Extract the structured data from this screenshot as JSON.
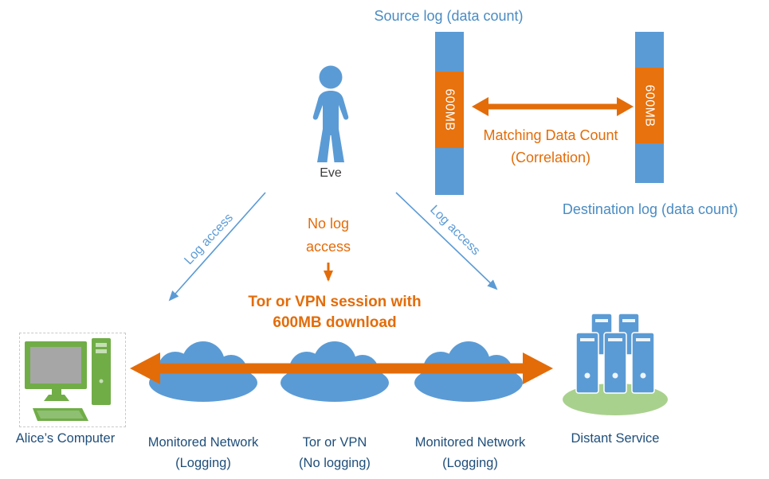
{
  "colors": {
    "blue": "#5b9bd5",
    "blue_text": "#4a8bc2",
    "orange": "#e36c09",
    "orange_block": "#e8720d",
    "green": "#70ad47",
    "green_light": "#a9d18e",
    "screen_gray": "#a6a6a6",
    "dark_label": "#1f4e79"
  },
  "logs": {
    "source_log_label": "Source log (data count)",
    "destination_log_label": "Destination log (data count)",
    "left_bar_value": "600MB",
    "right_bar_value": "600MB",
    "correlation_label": "Matching Data Count\n(Correlation)"
  },
  "eve": {
    "name": "Eve",
    "left_arrow_label": "Log access",
    "right_arrow_label": "Log access",
    "no_log_label": "No log\naccess"
  },
  "session": {
    "label": "Tor or VPN session with\n600MB download"
  },
  "bottom": {
    "alice_label": "Alice’s Computer",
    "cloud_left_label": "Monitored Network\n(Logging)",
    "cloud_mid_label": "Tor or VPN\n(No logging)",
    "cloud_right_label": "Monitored Network\n(Logging)",
    "distant_label": "Distant Service"
  }
}
